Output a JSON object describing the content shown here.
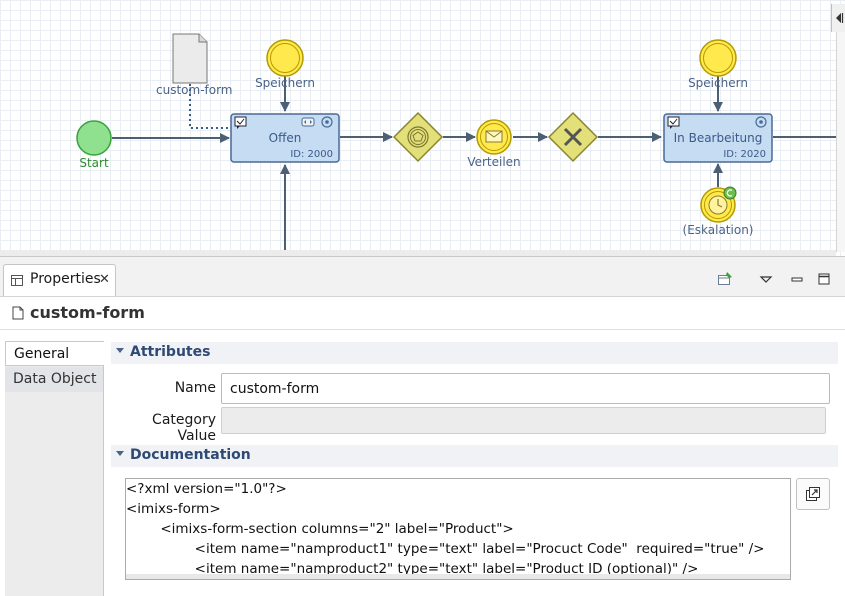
{
  "diagram": {
    "nodes": {
      "data_object": "custom-form",
      "start": "Start",
      "event_speichern_1": "Speichern",
      "task_offen": {
        "title": "Offen",
        "id": "ID: 2000"
      },
      "event_verteilen": "Verteilen",
      "event_speichern_2": "Speichern",
      "task_bearbeitung": {
        "title": "In Bearbeitung",
        "id": "ID: 2020"
      },
      "timer_eskalation": "(Eskalation)"
    }
  },
  "properties_view": {
    "tab_label": "Properties",
    "title": "custom-form",
    "side_tabs": [
      "General",
      "Data Object"
    ],
    "sections": {
      "attributes": "Attributes",
      "documentation": "Documentation"
    },
    "fields": {
      "name_label": "Name",
      "name_value": "custom-form",
      "category_label": "Category Value",
      "category_value": ""
    },
    "documentation_lines": [
      "<?xml version=\"1.0\"?>",
      "<imixs-form>",
      "        <imixs-form-section columns=\"2\" label=\"Product\">",
      "                <item name=\"namproduct1\" type=\"text\" label=\"Procuct Code\"  required=\"true\" />",
      "                <item name=\"namproduct2\" type=\"text\" label=\"Product ID (optional)\" />"
    ]
  },
  "colors": {
    "task_fill": "#c6dcf3",
    "task_stroke": "#4a6a94",
    "event_fill": "#ffe94d",
    "gateway_fill": "#e3e07a",
    "start_fill": "#8fe08f",
    "section_text": "#2e4a74"
  }
}
